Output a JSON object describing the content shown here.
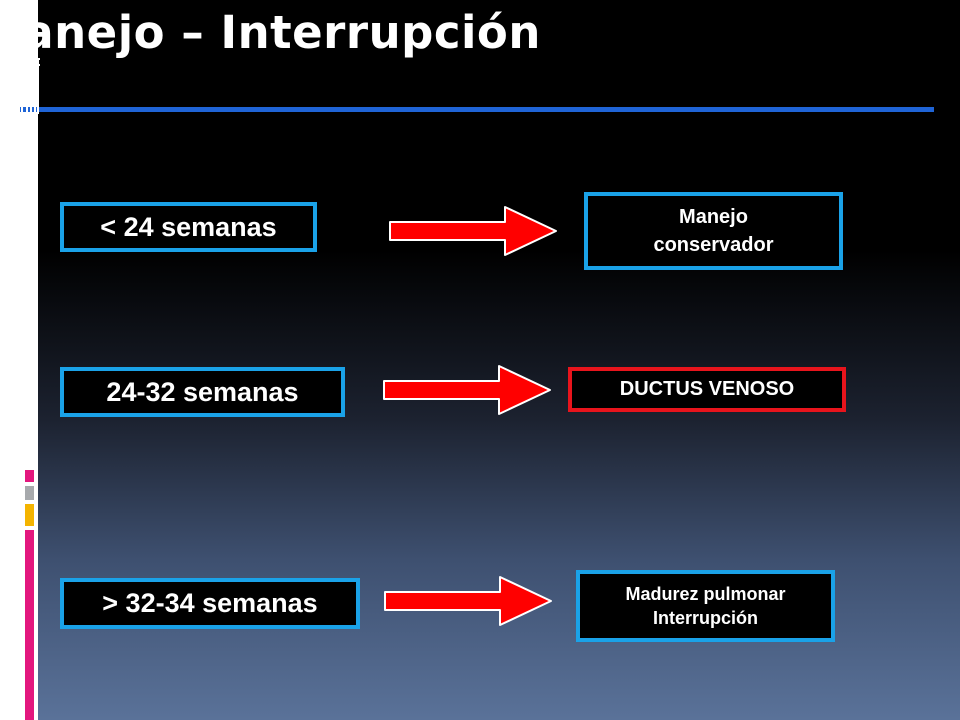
{
  "slide": {
    "title": "Manejo – Interrupción",
    "rows": [
      {
        "stage": "< 24 semanas",
        "outcome_lines": [
          "Manejo",
          "conservador"
        ]
      },
      {
        "stage": "24-32 semanas",
        "outcome_lines": [
          "DUCTUS VENOSO"
        ]
      },
      {
        "stage": "> 32-34 semanas",
        "outcome_lines": [
          "Madurez pulmonar",
          "Interrupción"
        ]
      }
    ]
  },
  "colors": {
    "box_border": "#1aa2e8",
    "highlight_border": "#e8141c",
    "arrow_fill": "#ff0000",
    "title_rule": "#1f64d6"
  }
}
